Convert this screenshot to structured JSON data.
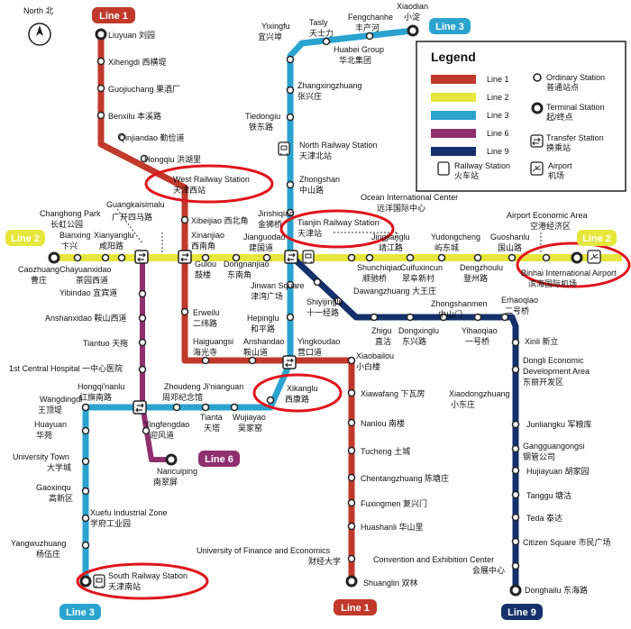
{
  "compass": {
    "label": "North 北"
  },
  "line_tags": {
    "line1_top": "Line 1",
    "line1_bottom": "Line 1",
    "line2_left": "Line 2",
    "line2_right": "Line 2",
    "line3_top": "Line 3",
    "line3_bottom": "Line 3",
    "line6": "Line 6",
    "line9": "Line 9"
  },
  "legend": {
    "title": "Legend",
    "items": [
      {
        "label": "Line 1",
        "color": "#c0392b"
      },
      {
        "label": "Line 2",
        "color": "#e6e63c"
      },
      {
        "label": "Line 3",
        "color": "#2aa3cf"
      },
      {
        "label": "Line 6",
        "color": "#8e2f6e"
      },
      {
        "label": "Line 9",
        "color": "#15306b"
      }
    ],
    "ordinary": "Ordinary Station",
    "ordinary_cn": "普通站点",
    "terminal": "Terminal Station",
    "terminal_cn": "起/终点",
    "transfer": "Transfer Station",
    "transfer_cn": "换乘站",
    "railway": "Railway Station",
    "railway_cn": "火车站",
    "airport": "Airport",
    "airport_cn": "机场"
  },
  "colors": {
    "line1": "#c0392b",
    "line2": "#e6e63c",
    "line3": "#2aa3cf",
    "line6": "#8e2f6e",
    "line9": "#15306b",
    "highlight": "#e0141c"
  },
  "labels": [
    {
      "text": "Liuyuan 刘园"
    },
    {
      "text": "Xihengdi 西横堤"
    },
    {
      "text": "Guojiuchang 果酒厂"
    },
    {
      "text": "Benxilu 本溪路"
    },
    {
      "text": "Qinjiandao 勤俭道"
    },
    {
      "text": "Hongqiu 洪湖里"
    },
    {
      "text": "West Railway Station"
    },
    {
      "text": "天津西站"
    },
    {
      "text": "Xibeijiao 西北角"
    },
    {
      "text": "Xinanjiao"
    },
    {
      "text": "西南角"
    },
    {
      "text": "Gulou"
    },
    {
      "text": "鼓楼"
    },
    {
      "text": "Erweilu"
    },
    {
      "text": "二纬路"
    },
    {
      "text": "Haiguangsi"
    },
    {
      "text": "海光寺"
    },
    {
      "text": "Anshandao"
    },
    {
      "text": "鞍山道"
    },
    {
      "text": "Yingkoudao"
    },
    {
      "text": "营口道"
    },
    {
      "text": "Xiaobailou"
    },
    {
      "text": "小白楼"
    },
    {
      "text": "Xiawafang 下瓦房"
    },
    {
      "text": "Nanlou 南楼"
    },
    {
      "text": "Tucheng 土城"
    },
    {
      "text": "Chentangzhuang 陈塘庄"
    },
    {
      "text": "Fuxingmen 复兴门"
    },
    {
      "text": "Huashanli 华山里"
    },
    {
      "text": "Shuanglin 双林"
    },
    {
      "text": "Tasly"
    },
    {
      "text": "天士力"
    },
    {
      "text": "Fengchanhe"
    },
    {
      "text": "丰产河"
    },
    {
      "text": "Xiaodian"
    },
    {
      "text": "小淀"
    },
    {
      "text": "Huabei Group"
    },
    {
      "text": "华北集团"
    },
    {
      "text": "Yixingfu"
    },
    {
      "text": "宜兴埠"
    },
    {
      "text": "Zhangxingzhuang"
    },
    {
      "text": "张兴庄"
    },
    {
      "text": "Tiedongiu"
    },
    {
      "text": "铁东路"
    },
    {
      "text": "North Railway Station"
    },
    {
      "text": "天津北站"
    },
    {
      "text": "Zhongshan"
    },
    {
      "text": "中山路"
    },
    {
      "text": "Jinshiqiao"
    },
    {
      "text": "金狮桥"
    },
    {
      "text": "Tianjin Railway Station"
    },
    {
      "text": "天津站"
    },
    {
      "text": "Jinwan Square"
    },
    {
      "text": "津湾广场"
    },
    {
      "text": "Hepinglu"
    },
    {
      "text": "和平路"
    },
    {
      "text": "Xikanglu"
    },
    {
      "text": "西康路"
    },
    {
      "text": "Wujiayao"
    },
    {
      "text": "吴家窑"
    },
    {
      "text": "Tianta"
    },
    {
      "text": "天塔"
    },
    {
      "text": "Zhoudeng Ji'nianguan"
    },
    {
      "text": "周邓纪念馆"
    },
    {
      "text": "Hongqi'nanlu"
    },
    {
      "text": "红旗南路"
    },
    {
      "text": "Wangdingdi"
    },
    {
      "text": "王顶堤"
    },
    {
      "text": "Huayuan"
    },
    {
      "text": "华苑"
    },
    {
      "text": "University Town"
    },
    {
      "text": "大学城"
    },
    {
      "text": "Gaoxinqu"
    },
    {
      "text": "高新区"
    },
    {
      "text": "Xuefu Industrial Zone"
    },
    {
      "text": "学府工业园"
    },
    {
      "text": "Yangwuzhuang"
    },
    {
      "text": "杨伍庄"
    },
    {
      "text": "South Railway Station"
    },
    {
      "text": "天津南站"
    },
    {
      "text": "University of Finance and Economics"
    },
    {
      "text": "财经大学"
    },
    {
      "text": "Caozhuang"
    },
    {
      "text": "曹庄"
    },
    {
      "text": "Bianxing"
    },
    {
      "text": "卞兴"
    },
    {
      "text": "Xianyanglu"
    },
    {
      "text": "咸阳路"
    },
    {
      "text": "Chayuanxidao"
    },
    {
      "text": "茶园西道"
    },
    {
      "text": "Changhong Park"
    },
    {
      "text": "长虹公园"
    },
    {
      "text": "Guangkaisimalu"
    },
    {
      "text": "广开四马路"
    },
    {
      "text": "Yibindao 宜宾道"
    },
    {
      "text": "Anshanxidao 鞍山西道"
    },
    {
      "text": "Tiantuo 天拖"
    },
    {
      "text": "1st Central Hospital 一中心医院"
    },
    {
      "text": "Yingfengdao"
    },
    {
      "text": "迎风道"
    },
    {
      "text": "Nancuiping"
    },
    {
      "text": "南翠屏"
    },
    {
      "text": "Dongnanjiao"
    },
    {
      "text": "东南角"
    },
    {
      "text": "Jianguodao"
    },
    {
      "text": "建国道"
    },
    {
      "text": "Shiyijinglu"
    },
    {
      "text": "十一经路"
    },
    {
      "text": "Dawangzhuang 大王庄"
    },
    {
      "text": "Zhigu"
    },
    {
      "text": "直沽"
    },
    {
      "text": "Dongxinglu"
    },
    {
      "text": "东兴路"
    },
    {
      "text": "Zhongshanmen"
    },
    {
      "text": "中山门"
    },
    {
      "text": "Yihaoqiao"
    },
    {
      "text": "一号桥"
    },
    {
      "text": "Erhaoqiao"
    },
    {
      "text": "二号桥"
    },
    {
      "text": "Xiaodongzhuang"
    },
    {
      "text": "小东庄"
    },
    {
      "text": "Xinli 新立"
    },
    {
      "text": "Dongli Economic"
    },
    {
      "text": "Development Area"
    },
    {
      "text": "东丽开发区"
    },
    {
      "text": "Junliangku 军粮库"
    },
    {
      "text": "Gangguangongsi"
    },
    {
      "text": "钢管公司"
    },
    {
      "text": "Hujiayuan 胡家园"
    },
    {
      "text": "Tanggu 塘沽"
    },
    {
      "text": "Teda 泰达"
    },
    {
      "text": "Citizen Square 市民广场"
    },
    {
      "text": "Convention and Exhibition Center"
    },
    {
      "text": "会展中心"
    },
    {
      "text": "Donghailu 东海路"
    },
    {
      "text": "Ocean International Center"
    },
    {
      "text": "远洋国际中心"
    },
    {
      "text": "Jingjianglu"
    },
    {
      "text": "靖江路"
    },
    {
      "text": "Shunchiqiao"
    },
    {
      "text": "顺驰桥"
    },
    {
      "text": "Yudongcheng"
    },
    {
      "text": "屿东城"
    },
    {
      "text": "Cuifuxincun"
    },
    {
      "text": "翠阜新村"
    },
    {
      "text": "Guoshanlu"
    },
    {
      "text": "国山路"
    },
    {
      "text": "Dengzhoulu"
    },
    {
      "text": "登州路"
    },
    {
      "text": "Airport Economic Area"
    },
    {
      "text": "空港经济区"
    },
    {
      "text": "Binhai International Airport"
    },
    {
      "text": "滨海国际机场"
    }
  ]
}
